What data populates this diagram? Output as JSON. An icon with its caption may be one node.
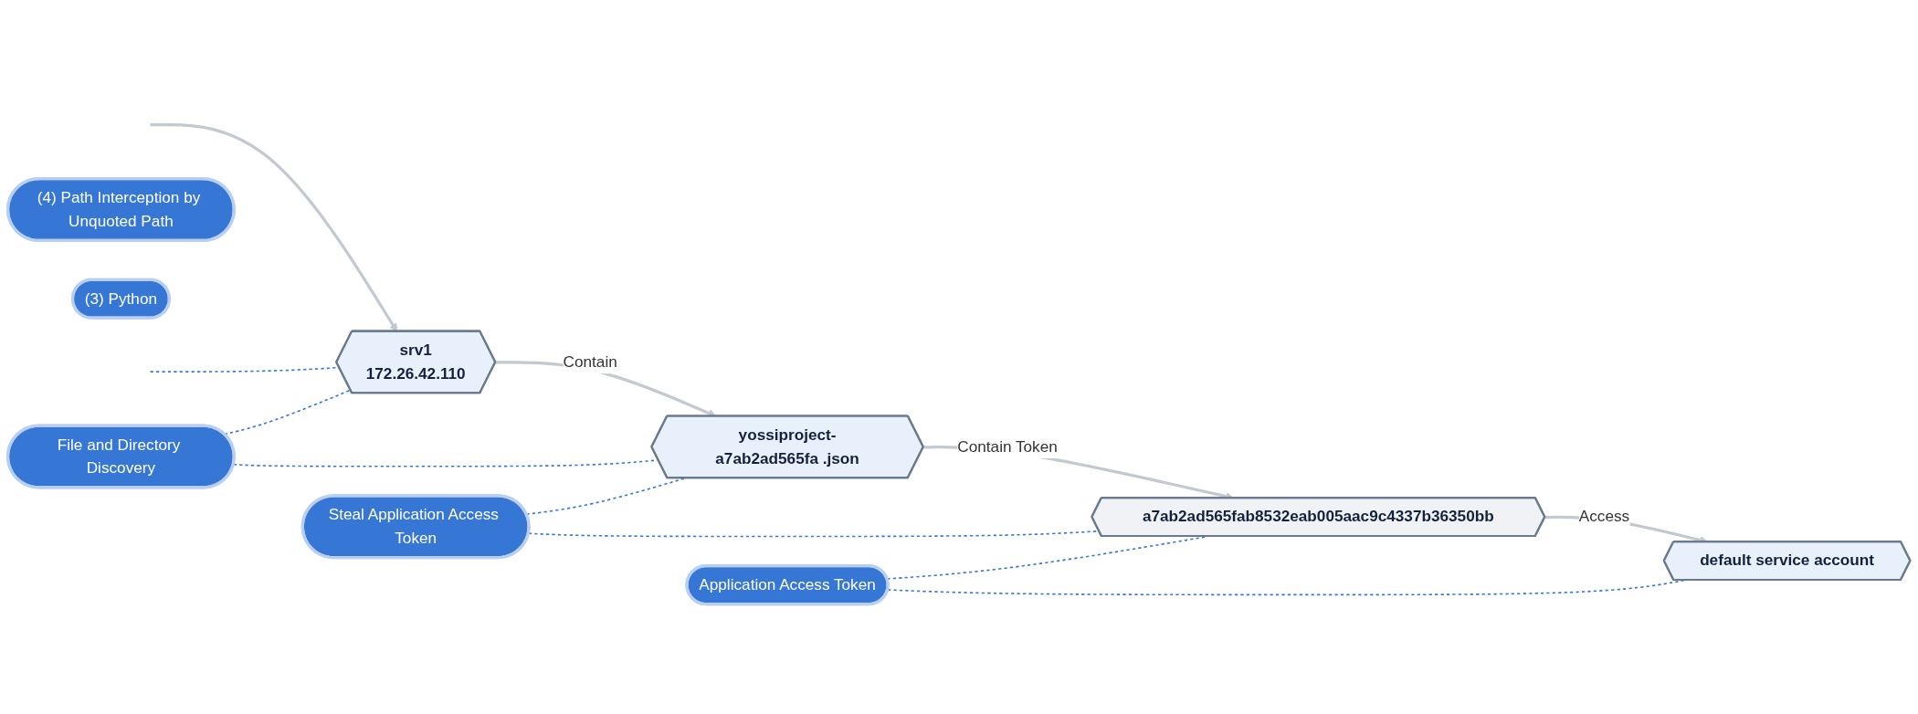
{
  "diagram": {
    "nodes": [
      {
        "text": [
          "File and Directory Discovery"
        ]
      },
      {
        "text": [
          "(4) Path Interception by Unquoted Path"
        ]
      },
      {
        "text": [
          "(3) Python"
        ]
      },
      {
        "text": [
          "Steal Application Access Token"
        ]
      },
      {
        "text": [
          "Application Access Token"
        ]
      },
      {
        "text": [
          "srv1",
          "172.26.42.110"
        ]
      },
      {
        "text": [
          "yossiproject-a7ab2ad565fa .json"
        ]
      },
      {
        "text": [
          "a7ab2ad565fab8532eab005aac9c4337b36350bb"
        ]
      },
      {
        "text": [
          "default service account"
        ]
      }
    ],
    "edges": [
      {
        "from": null,
        "to": 5,
        "arrow": "to",
        "color": "#c3c9d1"
      },
      {
        "from": 5,
        "to": 6,
        "arrow": "to",
        "label": "Contain",
        "color": "#c3c9d1"
      },
      {
        "from": 6,
        "to": 7,
        "arrow": "to",
        "label": "Contain Token",
        "color": "#c3c9d1"
      },
      {
        "from": 7,
        "to": 8,
        "arrow": "to",
        "label": "Access",
        "color": "#c3c9d1"
      },
      {
        "from": null,
        "to": 5,
        "arrow": "none",
        "style": "dashed"
      },
      {
        "from": 0,
        "to": 5,
        "arrow": "none",
        "style": "dashed"
      },
      {
        "from": 0,
        "to": 6,
        "arrow": "none",
        "style": "dashed"
      },
      {
        "from": 3,
        "to": 6,
        "arrow": "none",
        "style": "dashed"
      },
      {
        "from": 3,
        "to": 7,
        "arrow": "none",
        "style": "dashed"
      },
      {
        "from": 4,
        "to": 7,
        "arrow": "none",
        "style": "dashed"
      },
      {
        "from": 4,
        "to": 8,
        "arrow": "none",
        "style": "dashed"
      }
    ]
  }
}
